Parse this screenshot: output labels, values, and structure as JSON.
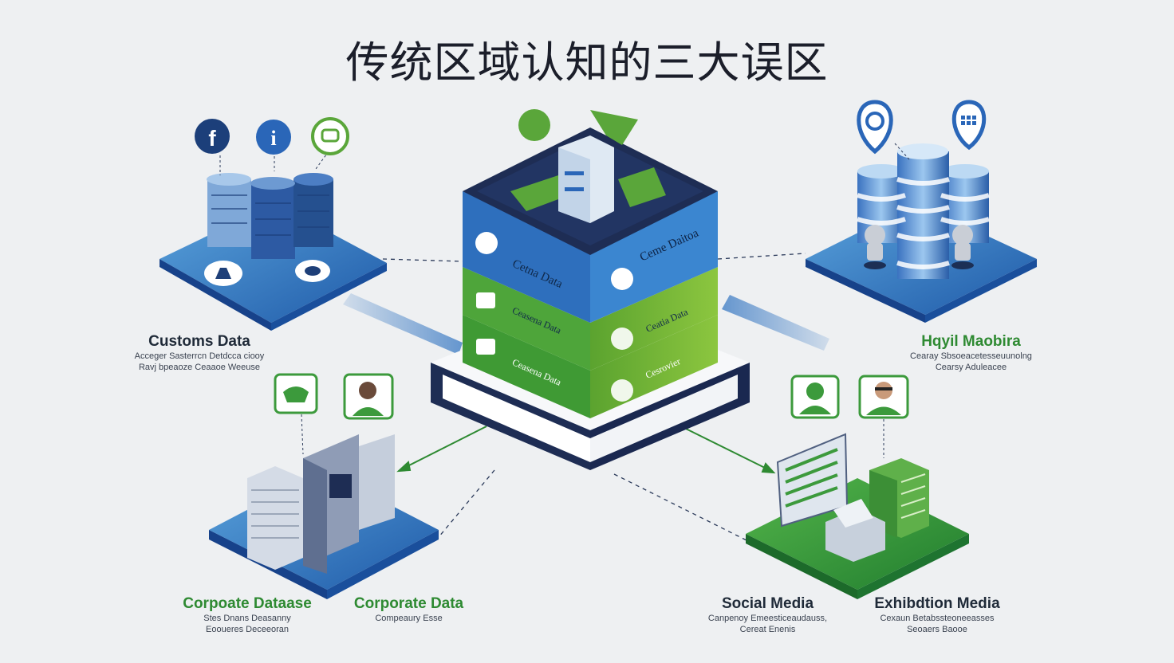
{
  "title": "传统区域认知的三大误区",
  "center": {
    "layers": [
      {
        "left": "Cetna Data",
        "right": "Ceme Daitoa"
      },
      {
        "left": "Ceasena Data",
        "right": "Ceatia Data"
      },
      {
        "left": "Ceasena Data",
        "right": "Cesrovier"
      }
    ]
  },
  "nodes": {
    "top_left": {
      "title": "Customs Data",
      "lines": [
        "Acceger Sasterrcn Detdcca ciooy",
        "Ravj bpeaoze Ceaaoe Weeuse"
      ]
    },
    "top_right": {
      "title": "Hqyil Maobira",
      "lines": [
        "Cearay Sbsoeacetesseuunolng",
        "Cearsy Aduleacee"
      ]
    },
    "bottom_left_a": {
      "title": "Corpoate Dataase",
      "lines": [
        "Stes Dnans Deasanny",
        "Eooueres Deceeoran"
      ]
    },
    "bottom_left_b": {
      "title": "Corporate Data",
      "lines": [
        "Compeaury Esse"
      ]
    },
    "bottom_right_a": {
      "title": "Social Media",
      "lines": [
        "Canpenoy Emeesticeaudauss,",
        "Cereat Enenis"
      ]
    },
    "bottom_right_b": {
      "title": "Exhibdtion Media",
      "lines": [
        "Cexaun Betabssteoneeasses",
        "Seoaers Baooe"
      ]
    }
  },
  "colors": {
    "blue": "#2f6fb8",
    "green": "#3c9a3c",
    "navy": "#1e2d54",
    "lime": "#6db33f"
  }
}
